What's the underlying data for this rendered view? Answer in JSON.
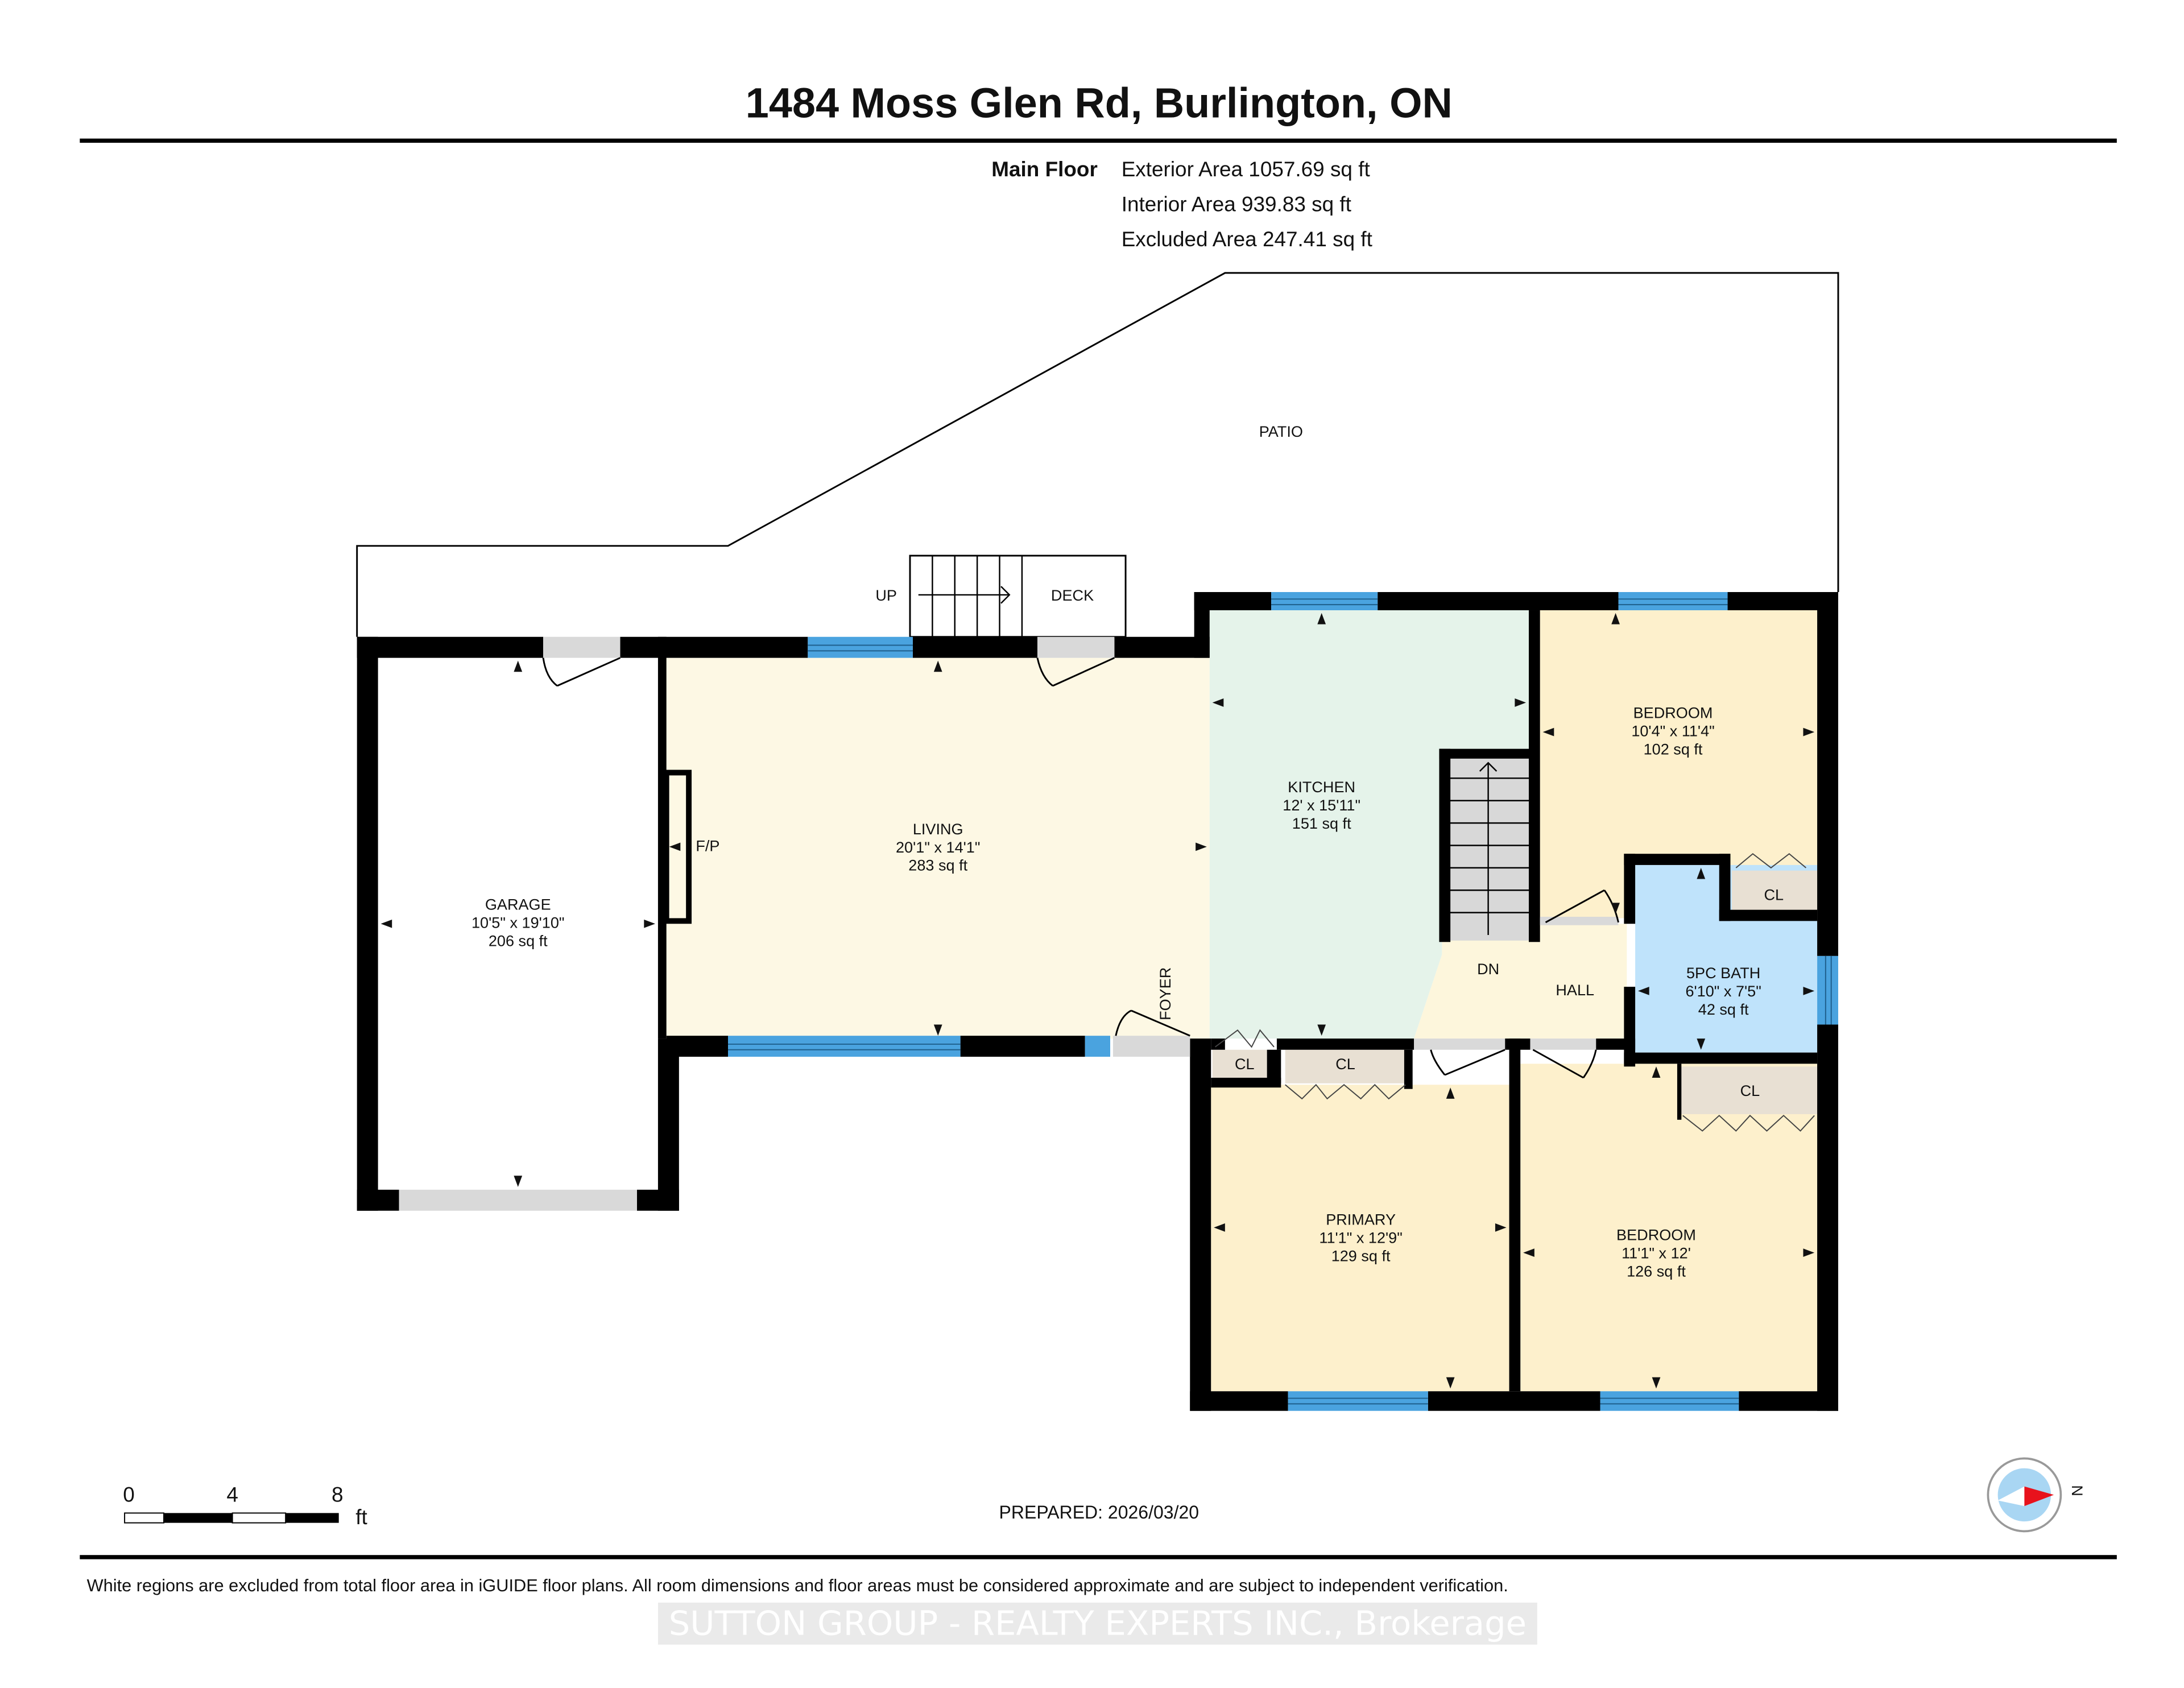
{
  "header": {
    "title": "1484 Moss Glen Rd, Burlington, ON",
    "floor_label": "Main Floor",
    "exterior_area": "Exterior Area 1057.69 sq ft",
    "interior_area": "Interior Area 939.83 sq ft",
    "excluded_area": "Excluded Area 247.41 sq ft"
  },
  "rooms": {
    "patio": {
      "name": "PATIO"
    },
    "deck": {
      "name": "DECK",
      "stairs_label": "UP"
    },
    "garage": {
      "name": "GARAGE",
      "dims": "10'5\" x 19'10\"",
      "area": "206 sq ft"
    },
    "living": {
      "name": "LIVING",
      "dims": "20'1\" x 14'1\"",
      "area": "283 sq ft",
      "fireplace": "F/P"
    },
    "foyer": {
      "name": "FOYER"
    },
    "kitchen": {
      "name": "KITCHEN",
      "dims": "12' x 15'11\"",
      "area": "151 sq ft",
      "stairs_label": "DN"
    },
    "bedroom_1": {
      "name": "BEDROOM",
      "dims": "10'4\" x 11'4\"",
      "area": "102 sq ft"
    },
    "hall": {
      "name": "HALL"
    },
    "bath": {
      "name": "5PC BATH",
      "dims": "6'10\" x 7'5\"",
      "area": "42 sq ft"
    },
    "primary": {
      "name": "PRIMARY",
      "dims": "11'1\" x 12'9\"",
      "area": "129 sq ft"
    },
    "bedroom_2": {
      "name": "BEDROOM",
      "dims": "11'1\" x 12'",
      "area": "126 sq ft"
    },
    "closets": [
      "CL",
      "CL",
      "CL",
      "CL"
    ]
  },
  "colors": {
    "living": "#fdf8e4",
    "kitchen": "#e5f3ea",
    "bedroom": "#fdf0cc",
    "bath": "#bfe3fb",
    "hall": "#fdf6dc",
    "closet": "#e8e0d3",
    "window": "#4aa3df",
    "wall": "#000000",
    "compass_red": "#e8121c",
    "compass_blue": "#a9d6f3"
  },
  "scale_bar": {
    "ticks": [
      "0",
      "4",
      "8"
    ],
    "unit": "ft"
  },
  "prepared": "PREPARED: 2026/03/20",
  "compass": {
    "label": "N"
  },
  "footer": {
    "disclaimer": "White regions are excluded from total floor area in iGUIDE floor plans. All room dimensions and floor areas must be considered approximate and are subject to independent verification.",
    "watermark": "SUTTON GROUP - REALTY EXPERTS INC., Brokerage"
  }
}
